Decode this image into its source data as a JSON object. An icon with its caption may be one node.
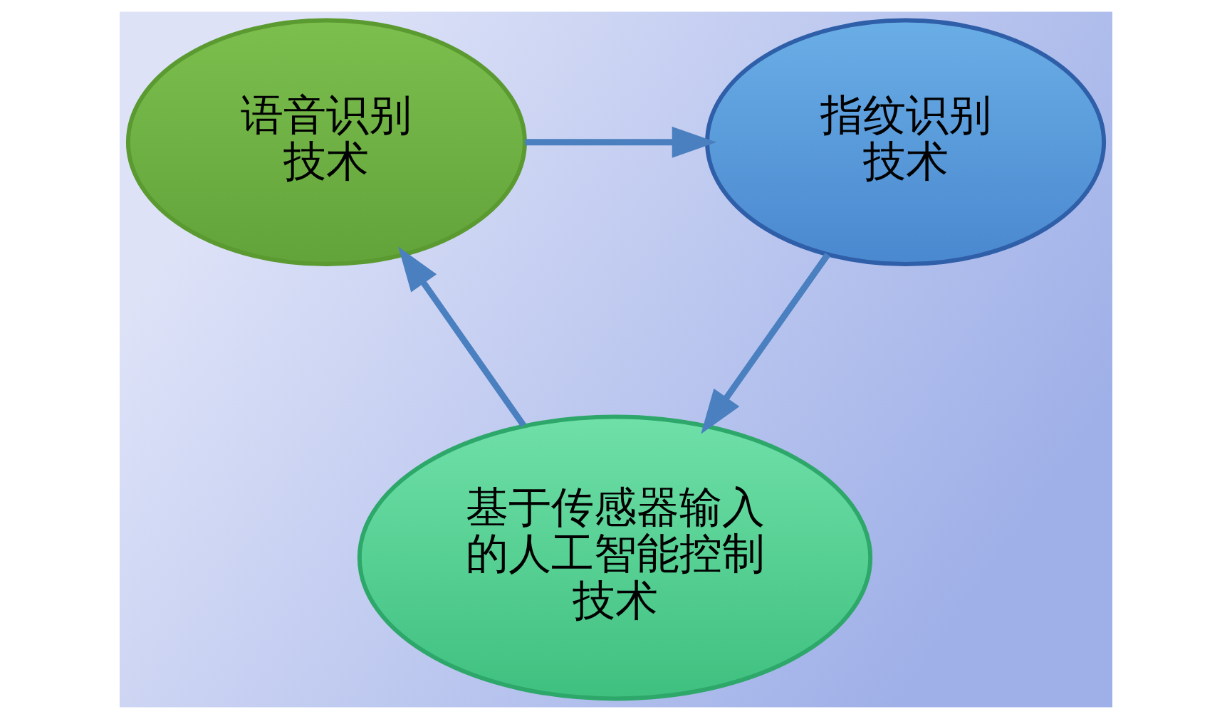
{
  "diagram": {
    "nodes": [
      {
        "text": [
          "语音识别技术"
        ]
      },
      {
        "text": [
          "指纹识别技术"
        ]
      },
      {
        "text": [
          "基于传感器输入的人工智能控制技术"
        ]
      }
    ],
    "edges": [
      {
        "from": 0,
        "to": 1,
        "arrow": "to"
      },
      {
        "from": 1,
        "to": 2,
        "arrow": "to"
      },
      {
        "from": 2,
        "to": 0,
        "arrow": "to"
      }
    ]
  }
}
